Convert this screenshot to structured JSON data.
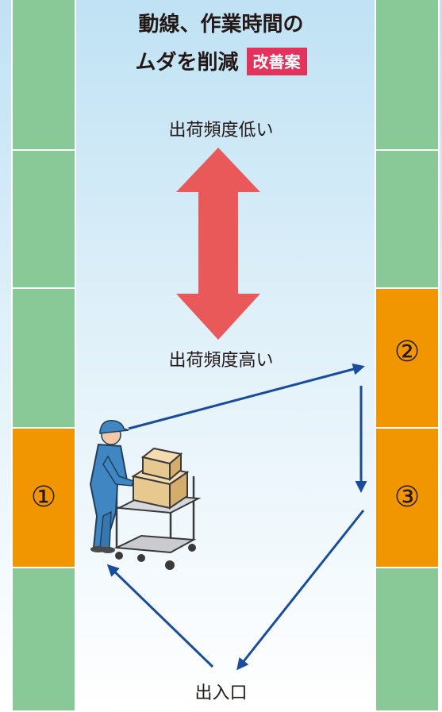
{
  "title": {
    "line1": "動線、作業時間の",
    "line2": "ムダを削減",
    "badge": "改善案"
  },
  "labels": {
    "low_frequency": "出荷頻度低い",
    "high_frequency": "出荷頻度高い",
    "entrance": "出入口"
  },
  "shelves": {
    "left_marker": "①",
    "right_marker_top": "②",
    "right_marker_bottom": "③"
  },
  "colors": {
    "shelf_normal": "#88c997",
    "shelf_high_frequency": "#f19500",
    "double_arrow": "#e9595a",
    "route_arrow": "#1a4c9e",
    "badge": "#e3325c"
  }
}
